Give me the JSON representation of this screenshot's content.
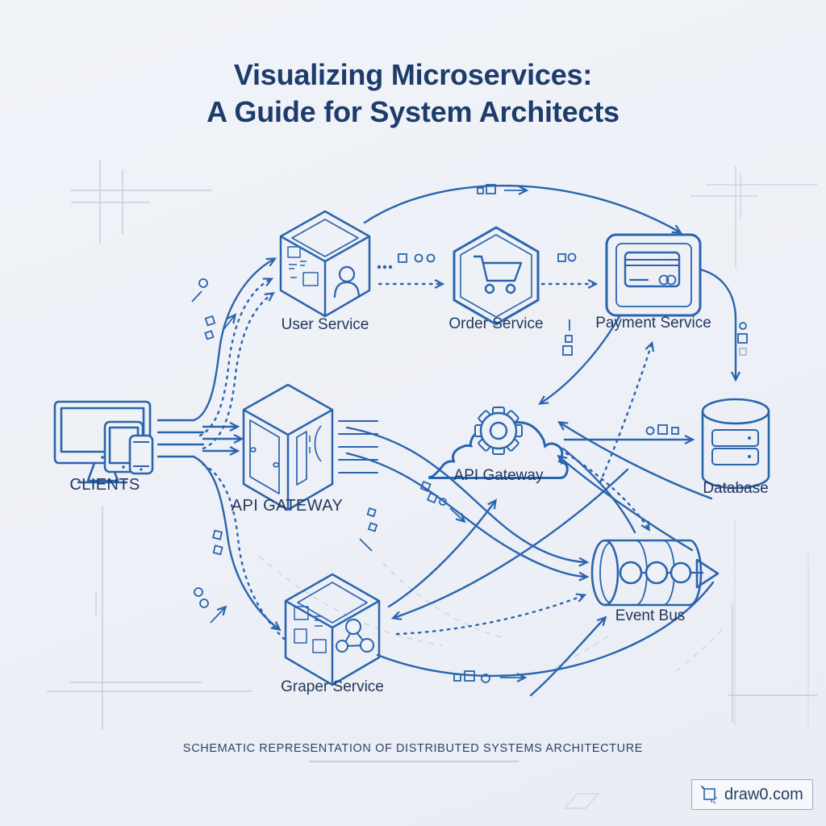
{
  "title": {
    "line1": "Visualizing Microservices:",
    "line2": "A Guide for System Architects"
  },
  "nodes": {
    "clients": {
      "label": "CLIENTS",
      "icon": "devices-icon"
    },
    "user_service": {
      "label": "User Service",
      "icon": "cube-user-icon"
    },
    "order_service": {
      "label": "Order Service",
      "icon": "hexagon-cart-icon"
    },
    "payment_service": {
      "label": "Payment Service",
      "icon": "credit-card-icon"
    },
    "api_gateway_cube": {
      "label": "API GATEWAY",
      "icon": "cube-gateway-icon"
    },
    "api_gateway_cloud": {
      "label": "API Gateway",
      "icon": "cloud-gear-icon"
    },
    "database": {
      "label": "Database",
      "icon": "database-cylinder-icon"
    },
    "event_bus": {
      "label": "Event Bus",
      "icon": "pipeline-cylinder-icon"
    },
    "graph_service": {
      "label": "Graper Service",
      "icon": "cube-graph-icon"
    }
  },
  "caption": "SCHEMATIC REPRESENTATION OF DISTRIBUTED SYSTEMS ARCHITECTURE",
  "watermark": {
    "label": "draw0.com",
    "icon": "crop-tool-icon"
  },
  "colors": {
    "background": "#edf1f6",
    "line": "#2a64ae",
    "title": "#1d3c6c",
    "label": "#24375d",
    "blueprint": "#bcc8d8",
    "muted_dash": "#c8d2df"
  }
}
